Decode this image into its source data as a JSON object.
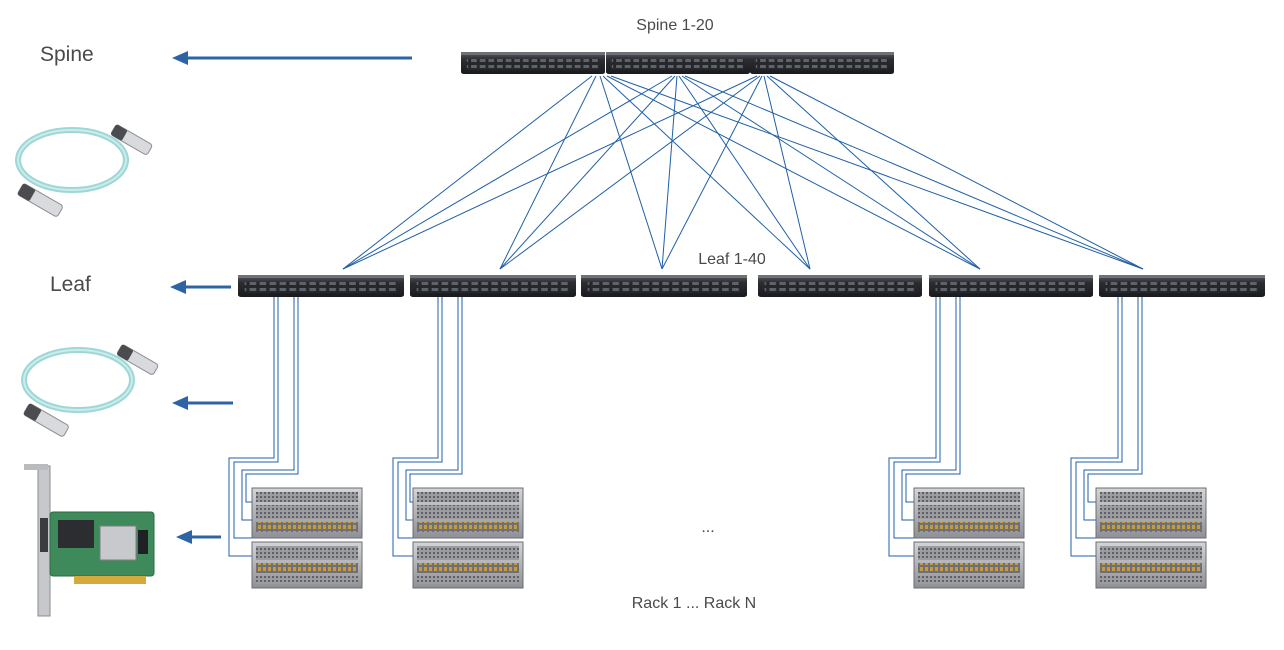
{
  "labels": {
    "spine_side": "Spine",
    "leaf_side": "Leaf",
    "spine_group": "Spine 1-20",
    "leaf_group": "Leaf 1-40",
    "ellipsis": "...",
    "racks": "Rack 1 ... Rack N"
  },
  "icons": {
    "spine_switch": "network-switch-icon",
    "leaf_switch": "network-switch-icon",
    "server": "server-chassis-icon",
    "spine_cable": "optical-cable-icon",
    "leaf_cable": "optical-cable-icon",
    "nic": "network-adapter-card-icon"
  },
  "counts": {
    "spine_switches_shown": 3,
    "leaf_switches_shown": 6,
    "racks_shown": 4
  },
  "colors": {
    "link": "#1f5fa8",
    "arrow": "#2e63a6",
    "switch_body": "#2b2d31",
    "server_body": "#7a7c80"
  }
}
